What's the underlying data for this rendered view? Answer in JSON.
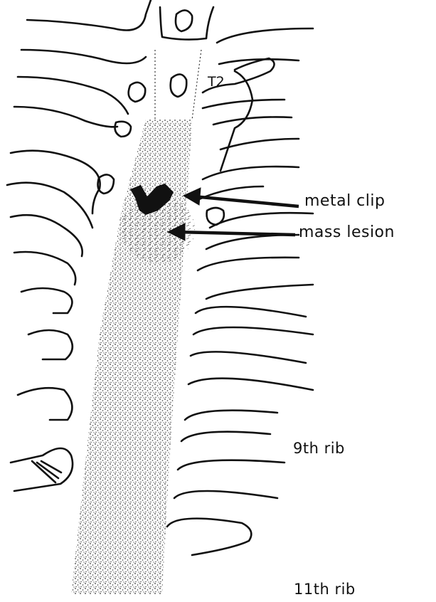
{
  "labels": {
    "vertebra": "T2",
    "clip": "metal clip",
    "mass": "mass lesion",
    "rib9": "9th rib",
    "rib11": "11th rib"
  },
  "colors": {
    "ink": "#111111",
    "paper": "#ffffff",
    "stipple": "#2a2a2a"
  }
}
